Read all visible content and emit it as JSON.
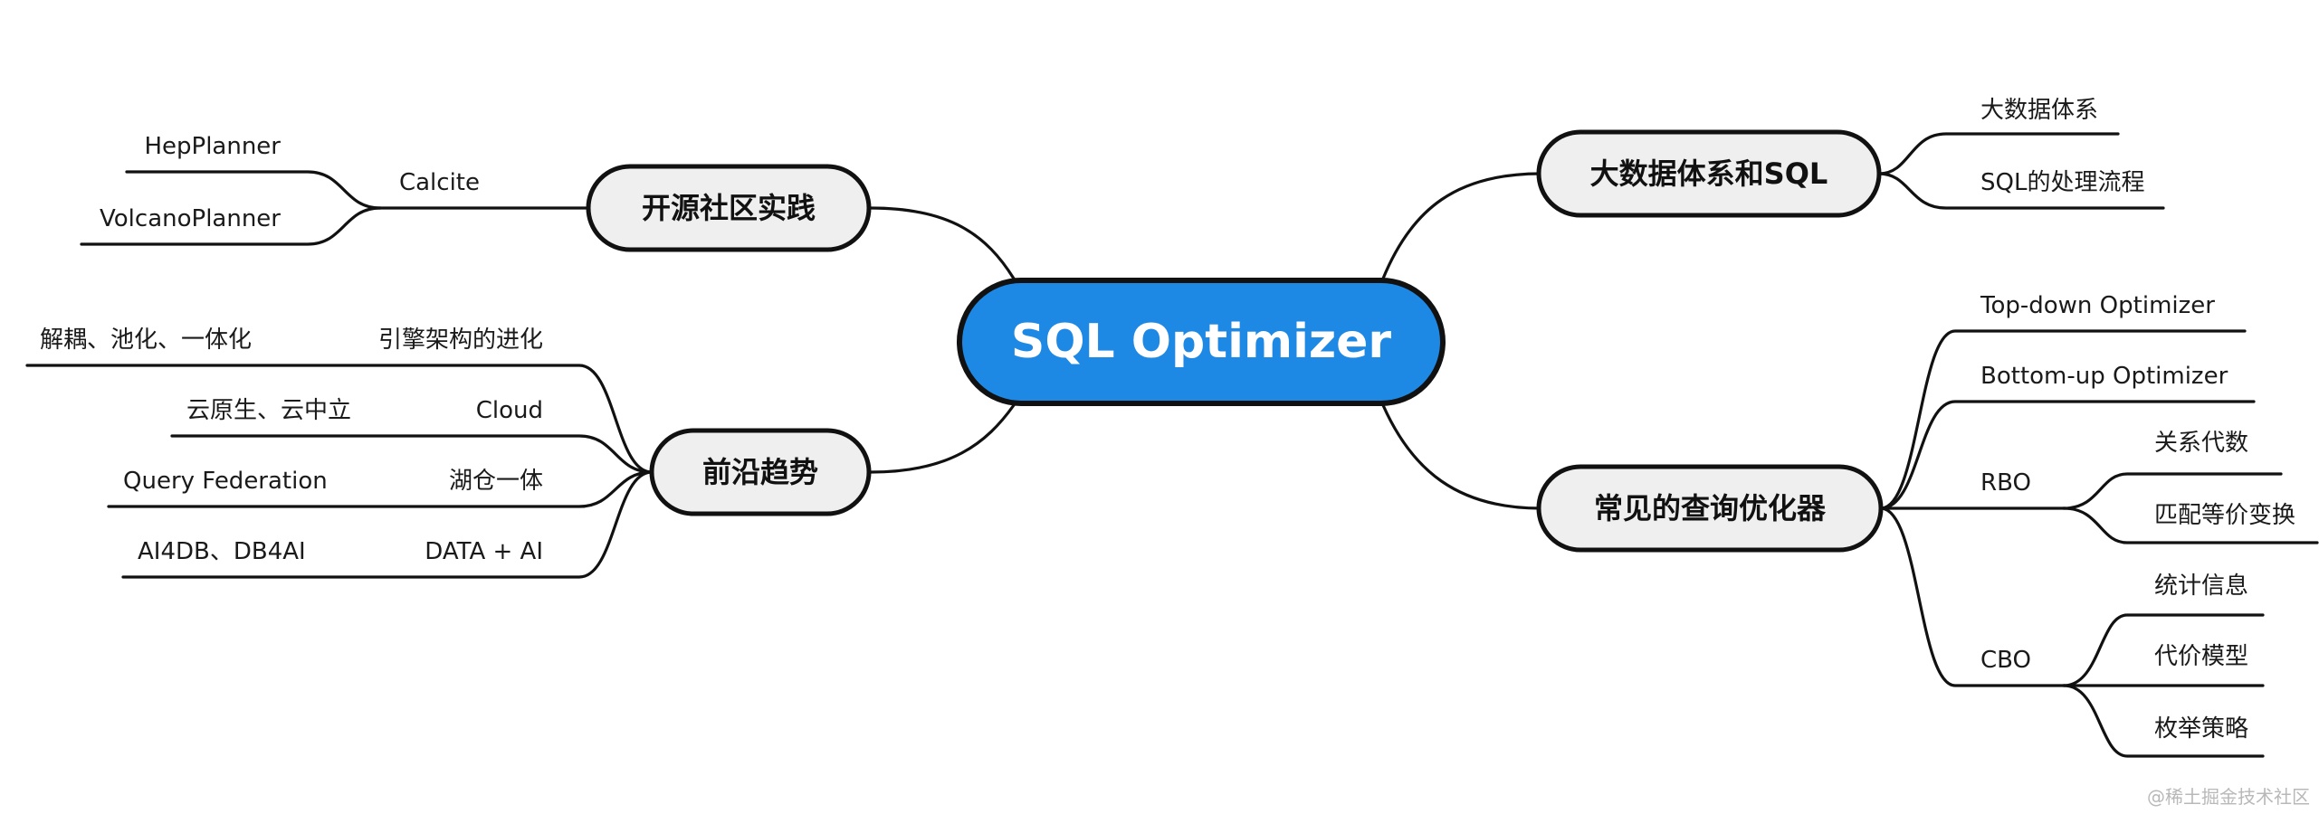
{
  "root": "SQL Optimizer",
  "branches": {
    "big_data": {
      "label": "大数据体系和SQL",
      "children": [
        "大数据体系",
        "SQL的处理流程"
      ]
    },
    "optimizers": {
      "label": "常见的查询优化器",
      "children": [
        "Top-down Optimizer",
        "Bottom-up Optimizer",
        "RBO",
        "CBO"
      ],
      "rbo_children": [
        "关系代数",
        "匹配等价变换"
      ],
      "cbo_children": [
        "统计信息",
        "代价模型",
        "枚举策略"
      ]
    },
    "open_source": {
      "label": "开源社区实践",
      "calcite": "Calcite",
      "calcite_children": [
        "HepPlanner",
        "VolcanoPlanner"
      ]
    },
    "frontier": {
      "label": "前沿趋势",
      "items": [
        {
          "label": "引擎架构的进化",
          "detail": "解耦、池化、一体化"
        },
        {
          "label": "Cloud",
          "detail": "云原生、云中立"
        },
        {
          "label": "湖仓一体",
          "detail": "Query Federation"
        },
        {
          "label": "DATA + AI",
          "detail": "AI4DB、DB4AI"
        }
      ]
    }
  },
  "watermark": "@稀土掘金技术社区",
  "colors": {
    "root": "#1e88e5",
    "pill": "#efefef",
    "line": "#111111"
  }
}
